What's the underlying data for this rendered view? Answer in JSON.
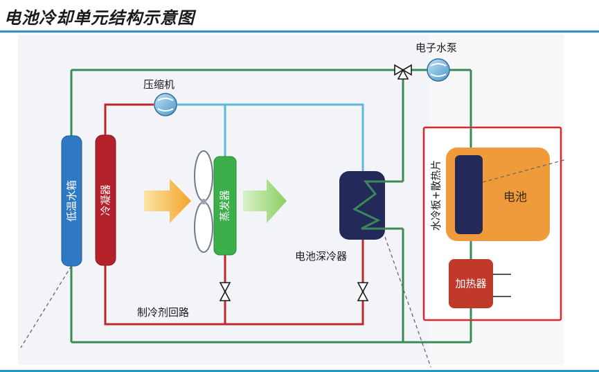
{
  "title": "电池冷却单元结构示意图",
  "labels": {
    "pump": "电子水泵",
    "compressor": "压缩机",
    "tank": "低温水箱",
    "condenser": "冷凝器",
    "evaporator": "蒸发器",
    "chiller": "电池深冷器",
    "refrigerant_loop": "制冷剂回路",
    "cold_plate": "水冷板+散热片",
    "battery": "电池",
    "heater": "加热器"
  },
  "colors": {
    "coolant_line": "#3a8a58",
    "refrigerant_hot": "#c0272d",
    "refrigerant_cold": "#5bb8dc",
    "tank": "#2f79c2",
    "condenser": "#b3222b",
    "evaporator": "#3cae4a",
    "chiller": "#232a5a",
    "battery": "#ef9a3b",
    "heater": "#c0392b",
    "highlight_box": "#e0242a",
    "accent_rule": "#2e8fcf"
  }
}
